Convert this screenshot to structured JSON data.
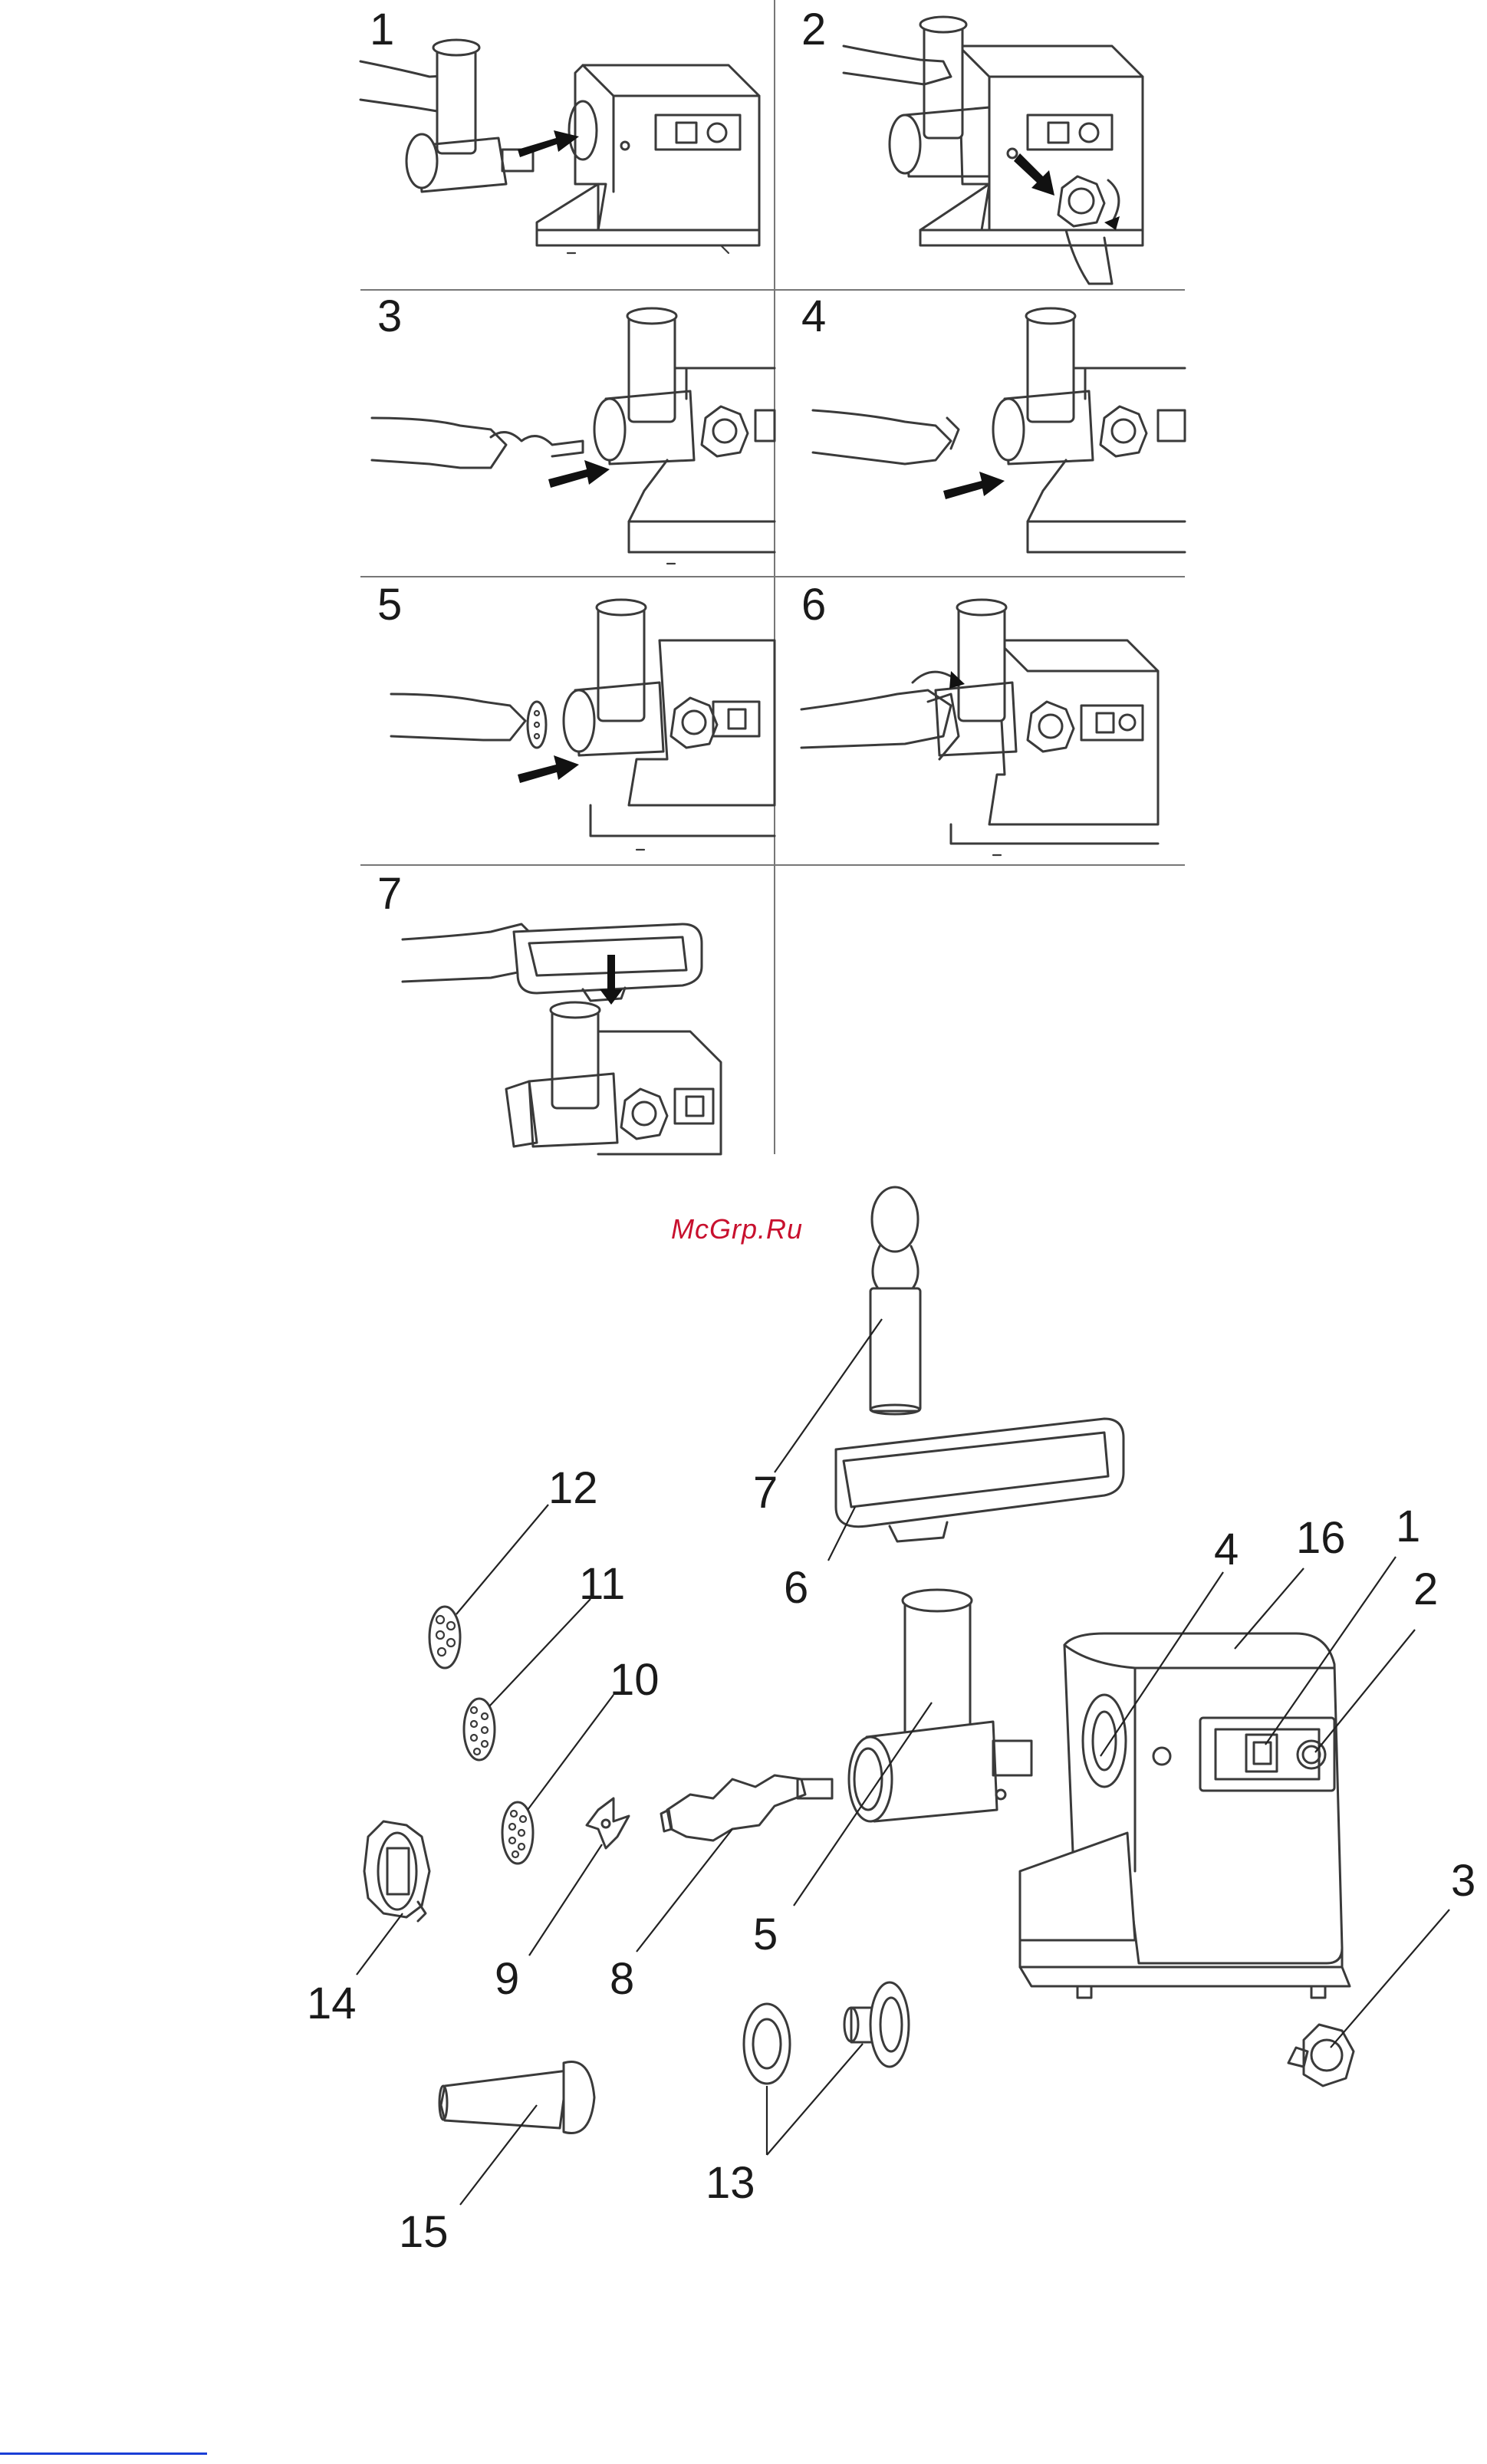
{
  "steps": [
    {
      "num": "1"
    },
    {
      "num": "2"
    },
    {
      "num": "3"
    },
    {
      "num": "4"
    },
    {
      "num": "5"
    },
    {
      "num": "6"
    },
    {
      "num": "7"
    }
  ],
  "watermark": "McGrp.Ru",
  "parts": [
    {
      "id": "1",
      "label": "1"
    },
    {
      "id": "2",
      "label": "2"
    },
    {
      "id": "3",
      "label": "3"
    },
    {
      "id": "4",
      "label": "4"
    },
    {
      "id": "5",
      "label": "5"
    },
    {
      "id": "6",
      "label": "6"
    },
    {
      "id": "7",
      "label": "7"
    },
    {
      "id": "8",
      "label": "8"
    },
    {
      "id": "9",
      "label": "9"
    },
    {
      "id": "10",
      "label": "10"
    },
    {
      "id": "11",
      "label": "11"
    },
    {
      "id": "12",
      "label": "12"
    },
    {
      "id": "13",
      "label": "13"
    },
    {
      "id": "14",
      "label": "14"
    },
    {
      "id": "15",
      "label": "15"
    },
    {
      "id": "16",
      "label": "16"
    }
  ],
  "colors": {
    "line": "#3a3a3a",
    "watermark": "#c8102e",
    "footer_link": "#1a3fd6"
  }
}
